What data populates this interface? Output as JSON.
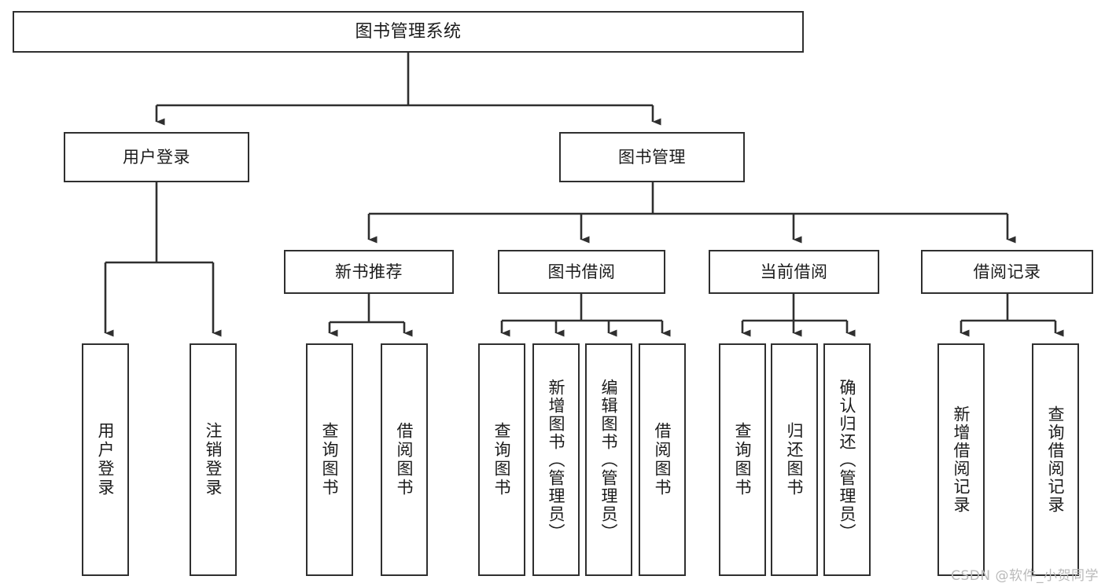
{
  "diagram": {
    "type": "tree-hierarchy",
    "title": "图书管理系统",
    "watermark": "CSDN @软件_小贺同学",
    "colors": {
      "stroke": "#2f2f2f",
      "fill": "#ffffff",
      "text": "#1b1b1b",
      "watermark": "#b9b9b9"
    },
    "nodes": {
      "root": {
        "label": "图书管理系统"
      },
      "level2": [
        {
          "id": "user-login",
          "label": "用户登录"
        },
        {
          "id": "book-manage",
          "label": "图书管理"
        }
      ],
      "level3": [
        {
          "id": "new-book-recommend",
          "label": "新书推荐"
        },
        {
          "id": "book-borrow",
          "label": "图书借阅"
        },
        {
          "id": "current-borrow",
          "label": "当前借阅"
        },
        {
          "id": "borrow-record",
          "label": "借阅记录"
        }
      ],
      "leaves": {
        "user-login": [
          {
            "id": "leaf-user-login",
            "label": "用户登录"
          },
          {
            "id": "leaf-logout-login",
            "label": "注销登录"
          }
        ],
        "new-book-recommend": [
          {
            "id": "leaf-query-book-1",
            "label": "查询图书"
          },
          {
            "id": "leaf-borrow-book-1",
            "label": "借阅图书"
          }
        ],
        "book-borrow": [
          {
            "id": "leaf-query-book-2",
            "label": "查询图书"
          },
          {
            "id": "leaf-add-book-admin",
            "label": "新增图书（管理员）"
          },
          {
            "id": "leaf-edit-book-admin",
            "label": "编辑图书（管理员）"
          },
          {
            "id": "leaf-borrow-book-2",
            "label": "借阅图书"
          }
        ],
        "current-borrow": [
          {
            "id": "leaf-query-book-3",
            "label": "查询图书"
          },
          {
            "id": "leaf-return-book",
            "label": "归还图书"
          },
          {
            "id": "leaf-confirm-return-admin",
            "label": "确认归还（管理员）"
          }
        ],
        "borrow-record": [
          {
            "id": "leaf-add-borrow-record",
            "label": "新增借阅记录"
          },
          {
            "id": "leaf-query-borrow-record",
            "label": "查询借阅记录"
          }
        ]
      }
    }
  }
}
